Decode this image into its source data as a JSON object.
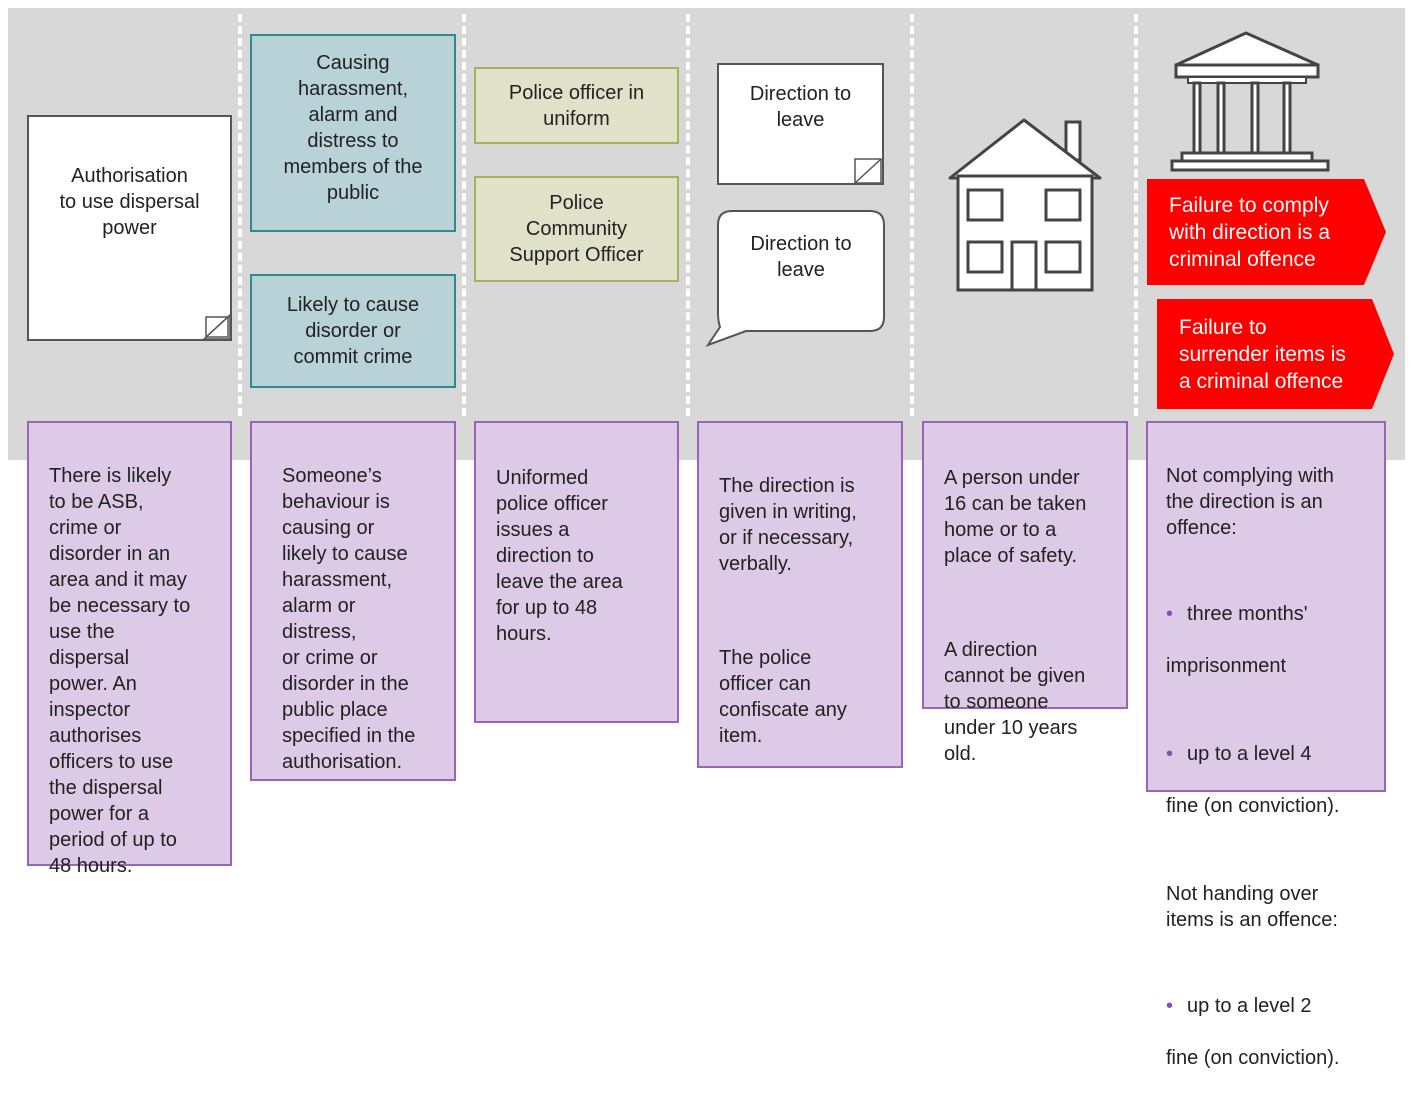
{
  "column1": {
    "authorisation_doc": "Authorisation\nto use dispersal\npower",
    "description": "There is likely\nto be ASB,\ncrime or\ndisorder in an\narea and it may\nbe necessary to\nuse the\ndispersal\npower. An\ninspector\nauthorises\nofficers to use\nthe dispersal\npower for a\nperiod of up to\n48 hours."
  },
  "column2": {
    "harassment_box": "Causing\nharassment,\nalarm and\ndistress to\nmembers of the\npublic",
    "disorder_box": "Likely to cause\ndisorder or\ncommit crime",
    "description": "Someone’s\nbehaviour is\ncausing or\nlikely to cause\nharassment,\nalarm or\ndistress,\nor crime or\ndisorder in the\npublic place\nspecified in the\nauthorisation."
  },
  "column3": {
    "officer_box": "Police officer in\nuniform",
    "pcso_box": "Police\nCommunity\nSupport Officer",
    "description": "Uniformed\npolice officer\nissues a\ndirection to\nleave the area\nfor up to 48\nhours."
  },
  "column4": {
    "written_direction": "Direction to\nleave",
    "verbal_direction": "Direction to\nleave",
    "description_1": "The direction is\ngiven in writing,\nor if necessary,\nverbally.",
    "description_2": "The police\nofficer can\nconfiscate any\nitem."
  },
  "column5": {
    "description_1": "A person under\n16 can be taken\nhome or to a\nplace of safety.",
    "description_2": "A direction\ncannot be given\nto someone\nunder 10 years\nold."
  },
  "column6": {
    "arrow_1": "Failure to comply\nwith direction is a\ncriminal offence",
    "arrow_2": "Failure to\nsurrender items is\na criminal offence",
    "intro": "Not complying with\nthe direction is an\noffence:",
    "bullet_1": "three months'",
    "bullet_1_cont": "imprisonment",
    "bullet_2": "up to a level 4",
    "bullet_2_cont": "fine (on conviction).",
    "intro_2": "Not handing over\nitems is an offence:",
    "bullet_3": "up to a level 2",
    "bullet_3_cont": "fine (on conviction).",
    "bullet_symbol": "•"
  },
  "colors": {
    "band": "#d8d8d8",
    "teal": "#b8d2d8",
    "olive": "#dfe2c8",
    "purple": "#dccae6",
    "red": "#ff0000"
  },
  "icons": [
    "house-icon",
    "courthouse-icon",
    "document-fold-icon",
    "speech-bubble-icon"
  ]
}
